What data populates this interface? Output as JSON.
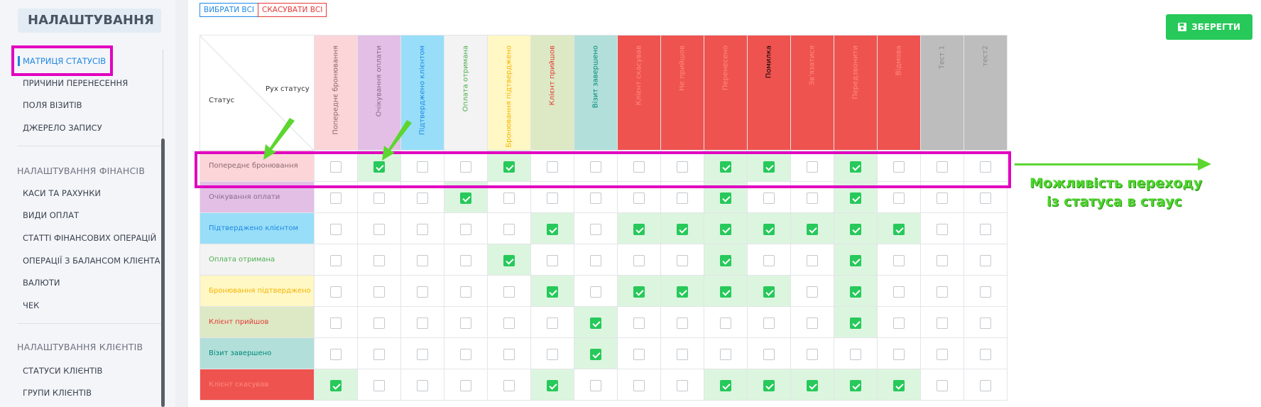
{
  "sidebar": {
    "title": "НАЛАШТУВАННЯ",
    "items": [
      {
        "label": "МАТРИЦЯ СТАТУСІВ",
        "active": true
      },
      {
        "label": "ПРИЧИНИ ПЕРЕНЕСЕННЯ"
      },
      {
        "label": "ПОЛЯ ВІЗИТІВ"
      },
      {
        "label": "ДЖЕРЕЛО ЗАПИСУ"
      }
    ],
    "finance_section": "НАЛАШТУВАННЯ ФІНАНСІВ",
    "finance_items": [
      {
        "label": "КАСИ ТА РАХУНКИ"
      },
      {
        "label": "ВИДИ ОПЛАТ"
      },
      {
        "label": "СТАТТІ ФІНАНСОВИХ ОПЕРАЦІЙ"
      },
      {
        "label": "ОПЕРАЦІЇ З БАЛАНСОМ КЛІЄНТА"
      },
      {
        "label": "ВАЛЮТИ"
      },
      {
        "label": "ЧЕК"
      }
    ],
    "clients_section": "НАЛАШТУВАННЯ КЛІЄНТІВ",
    "clients_items": [
      {
        "label": "СТАТУСИ КЛІЄНТІВ"
      },
      {
        "label": "ГРУПИ КЛІЄНТІВ"
      }
    ]
  },
  "toolbar": {
    "select_all": "ВИБРАТИ ВСІ",
    "cancel_all": "СКАСУВАТИ ВСІ",
    "save": "ЗБЕРЕГТИ"
  },
  "matrix": {
    "corner_status": "Статус",
    "corner_move": "Рух статусу",
    "columns": [
      {
        "label": "Попереднє бронювання",
        "bg": "#fcd5d8",
        "color": "#8a6a6e"
      },
      {
        "label": "Очікування оплати",
        "bg": "#e3bfe6",
        "color": "#8a6a8e"
      },
      {
        "label": "Підтверджено клієнтом",
        "bg": "#98def8",
        "color": "#1e88e5"
      },
      {
        "label": "Оплата отримана",
        "bg": "#f3f3f3",
        "color": "#4caf50"
      },
      {
        "label": "Бронювання підтверджено",
        "bg": "#fff7c4",
        "color": "#f5b400"
      },
      {
        "label": "Клієнт прийшов",
        "bg": "#dce9c4",
        "color": "#e53935"
      },
      {
        "label": "Візит завершено",
        "bg": "#b2dfd9",
        "color": "#00897b"
      },
      {
        "label": "Клієнт скасував",
        "bg": "#ef5350",
        "color": "#ff8a80"
      },
      {
        "label": "Не прийшов",
        "bg": "#ef5350",
        "color": "#ff8a80"
      },
      {
        "label": "Перенесено",
        "bg": "#ef5350",
        "color": "#ff8a80"
      },
      {
        "label": "Помилка",
        "bg": "#ef5350",
        "color": "#000000"
      },
      {
        "label": "Зв'язатися",
        "bg": "#ef5350",
        "color": "#ff8a80"
      },
      {
        "label": "Передзвонити",
        "bg": "#ef5350",
        "color": "#ff8a80"
      },
      {
        "label": "Відмова",
        "bg": "#ef5350",
        "color": "#ff8a80"
      },
      {
        "label": "Тест 1",
        "bg": "#bdbdbd",
        "color": "#8a8a8a"
      },
      {
        "label": "тест2",
        "bg": "#bdbdbd",
        "color": "#8a8a8a"
      }
    ],
    "rows": [
      {
        "label": "Попереднє бронювання",
        "bg": "#fcd5d8",
        "color": "#8a6a6e",
        "checked": [
          1,
          4,
          9,
          10,
          12
        ]
      },
      {
        "label": "Очікування оплати",
        "bg": "#e3bfe6",
        "color": "#8a6a8e",
        "checked": [
          3,
          9,
          12
        ]
      },
      {
        "label": "Підтверджено клієнтом",
        "bg": "#98def8",
        "color": "#1e88e5",
        "checked": [
          5,
          7,
          8,
          9,
          10,
          11,
          12,
          13
        ]
      },
      {
        "label": "Оплата отримана",
        "bg": "#f3f3f3",
        "color": "#4caf50",
        "checked": [
          4,
          9,
          12
        ]
      },
      {
        "label": "Бронювання підтверджено",
        "bg": "#fff7c4",
        "color": "#f5b400",
        "checked": [
          5,
          7,
          8,
          9,
          10,
          12
        ]
      },
      {
        "label": "Клієнт прийшов",
        "bg": "#dce9c4",
        "color": "#e53935",
        "checked": [
          6,
          12
        ]
      },
      {
        "label": "Візит завершено",
        "bg": "#b2dfd9",
        "color": "#00897b",
        "checked": [
          6
        ]
      },
      {
        "label": "Клієнт скасував",
        "bg": "#ef5350",
        "color": "#ff8a80",
        "checked": [
          0,
          5,
          9,
          10,
          11,
          12,
          13
        ]
      }
    ]
  },
  "annotation": {
    "line1": "Можливість переходу",
    "line2": "із статуса в стаус",
    "color": "#4dd62c",
    "highlight_color": "#e100c0"
  }
}
